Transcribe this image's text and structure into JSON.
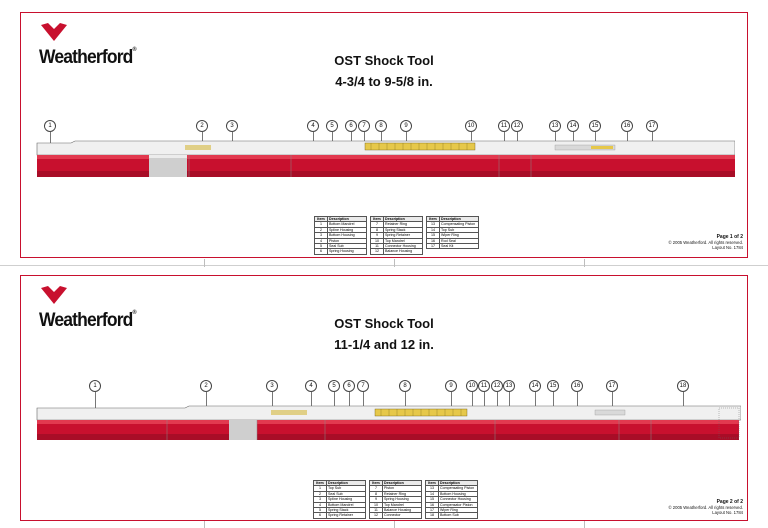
{
  "brand": {
    "name": "Weatherford",
    "mark": "®",
    "color": "#c8102e"
  },
  "pages": [
    {
      "title_line1": "OST Shock Tool",
      "title_line2": "4-3/4 to 9-5/8 in.",
      "callouts": [
        "1",
        "2",
        "3",
        "4",
        "5",
        "6",
        "7",
        "8",
        "9",
        "10",
        "11",
        "12",
        "13",
        "14",
        "15",
        "16",
        "17"
      ],
      "table_header": {
        "item": "Item",
        "description": "Description"
      },
      "columns": [
        [
          {
            "n": "1",
            "d": "Bottom Mandrel"
          },
          {
            "n": "2",
            "d": "Spline Housing"
          },
          {
            "n": "3",
            "d": "Bottom Housing"
          },
          {
            "n": "4",
            "d": "Piston"
          },
          {
            "n": "5",
            "d": "Seal Sub"
          },
          {
            "n": "6",
            "d": "Spring Housing"
          }
        ],
        [
          {
            "n": "7",
            "d": "Retainer Ring"
          },
          {
            "n": "8",
            "d": "Spring Stack"
          },
          {
            "n": "9",
            "d": "Spring Retainer"
          },
          {
            "n": "10",
            "d": "Top Mandrel"
          },
          {
            "n": "11",
            "d": "Connector Housing"
          },
          {
            "n": "12",
            "d": "Balance Housing"
          }
        ],
        [
          {
            "n": "13",
            "d": "Compensating Piston"
          },
          {
            "n": "14",
            "d": "Top Sub"
          },
          {
            "n": "15",
            "d": "Wiper Ring"
          },
          {
            "n": "16",
            "d": "Rod Seal"
          },
          {
            "n": "17",
            "d": "Seal Kit"
          }
        ]
      ],
      "page_label": "Page 1 of 2",
      "copyright": "© 2005 Weatherford. All rights reserved.",
      "layout": "Layout No. 1784"
    },
    {
      "title_line1": "OST Shock Tool",
      "title_line2": "11-1/4 and 12 in.",
      "callouts": [
        "1",
        "2",
        "3",
        "4",
        "5",
        "6",
        "7",
        "8",
        "9",
        "10",
        "11",
        "12",
        "13",
        "14",
        "15",
        "16",
        "17",
        "18"
      ],
      "table_header": {
        "item": "Item",
        "description": "Description"
      },
      "columns": [
        [
          {
            "n": "1",
            "d": "Top Sub"
          },
          {
            "n": "2",
            "d": "Seal Sub"
          },
          {
            "n": "3",
            "d": "Spline Housing"
          },
          {
            "n": "4",
            "d": "Bottom Mandrel"
          },
          {
            "n": "5",
            "d": "Spring Stack"
          },
          {
            "n": "6",
            "d": "Spring Retainer"
          }
        ],
        [
          {
            "n": "7",
            "d": "Piston"
          },
          {
            "n": "8",
            "d": "Retainer Ring"
          },
          {
            "n": "9",
            "d": "Spring Housing"
          },
          {
            "n": "10",
            "d": "Top Mandrel"
          },
          {
            "n": "11",
            "d": "Balance Housing"
          },
          {
            "n": "12",
            "d": "Connector"
          }
        ],
        [
          {
            "n": "13",
            "d": "Compensating Piston"
          },
          {
            "n": "14",
            "d": "Bottom Housing"
          },
          {
            "n": "15",
            "d": "Connector Housing"
          },
          {
            "n": "16",
            "d": "Compensator Piston"
          },
          {
            "n": "17",
            "d": "Wiper Ring"
          },
          {
            "n": "18",
            "d": "Bottom Sub"
          }
        ]
      ],
      "page_label": "Page 2 of 2",
      "copyright": "© 2005 Weatherford. All rights reserved.",
      "layout": "Layout No. 1784"
    }
  ]
}
